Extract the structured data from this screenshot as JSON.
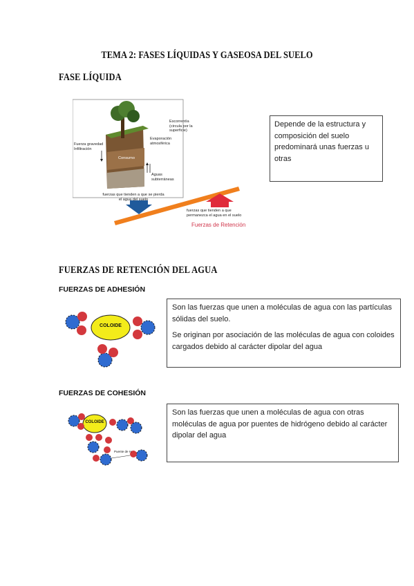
{
  "title": "TEMA 2: FASES LÍQUIDAS Y GASEOSA DEL SUELO",
  "fase_liquida": {
    "heading": "FASE LÍQUIDA",
    "diagram": {
      "escorrentia": "Escorrentía",
      "escorrentia_detail": "(circula por la superficie)",
      "evaporacion": "Evaporación",
      "evaporacion_detail": "atmosférica",
      "fuerza_gravedad": "Fuerza gravedad",
      "infiltracion": "Infiltración",
      "consumo": "Consumo",
      "aguas": "Aguas",
      "subterraneas": "subterráneas",
      "pierde_line1": "fuerzas que tienden a que se pierda",
      "pierde_line2": "el agua del suelo",
      "permanezca_line1": "fuerzas que tienden a que",
      "permanezca_line2": "permanezca el agua en el suelo",
      "retencion": "Fuerzas de Retención"
    },
    "note": "Depende de la estructura y composición del suelo predominará unas fuerzas u otras"
  },
  "fuerzas_retencion": {
    "heading": "FUERZAS DE RETENCIÓN DEL AGUA",
    "adhesion": {
      "heading": "FUERZAS DE ADHESIÓN",
      "coloide": "COLOIDE",
      "text1": "Son las fuerzas que unen a moléculas de agua con las partículas sólidas del suelo.",
      "text2": "Se originan por asociación de las moléculas de agua con coloides cargados debido al carácter dipolar del agua"
    },
    "cohesion": {
      "heading": "FUERZAS DE COHESIÓN",
      "coloide": "COLOIDE",
      "puente": "Puente de H",
      "text1": "Son las fuerzas que unen a moléculas de agua con otras moléculas de agua por puentes de hidrógeno debido al carácter dipolar del agua"
    }
  },
  "colors": {
    "blue_atom": "#2f6bd0",
    "red_atom": "#d3383d",
    "coloide": "#f3ec1a",
    "bar": "#f07f1d",
    "arrow_down": "#1f5a9b",
    "arrow_up": "#e02a3a"
  }
}
